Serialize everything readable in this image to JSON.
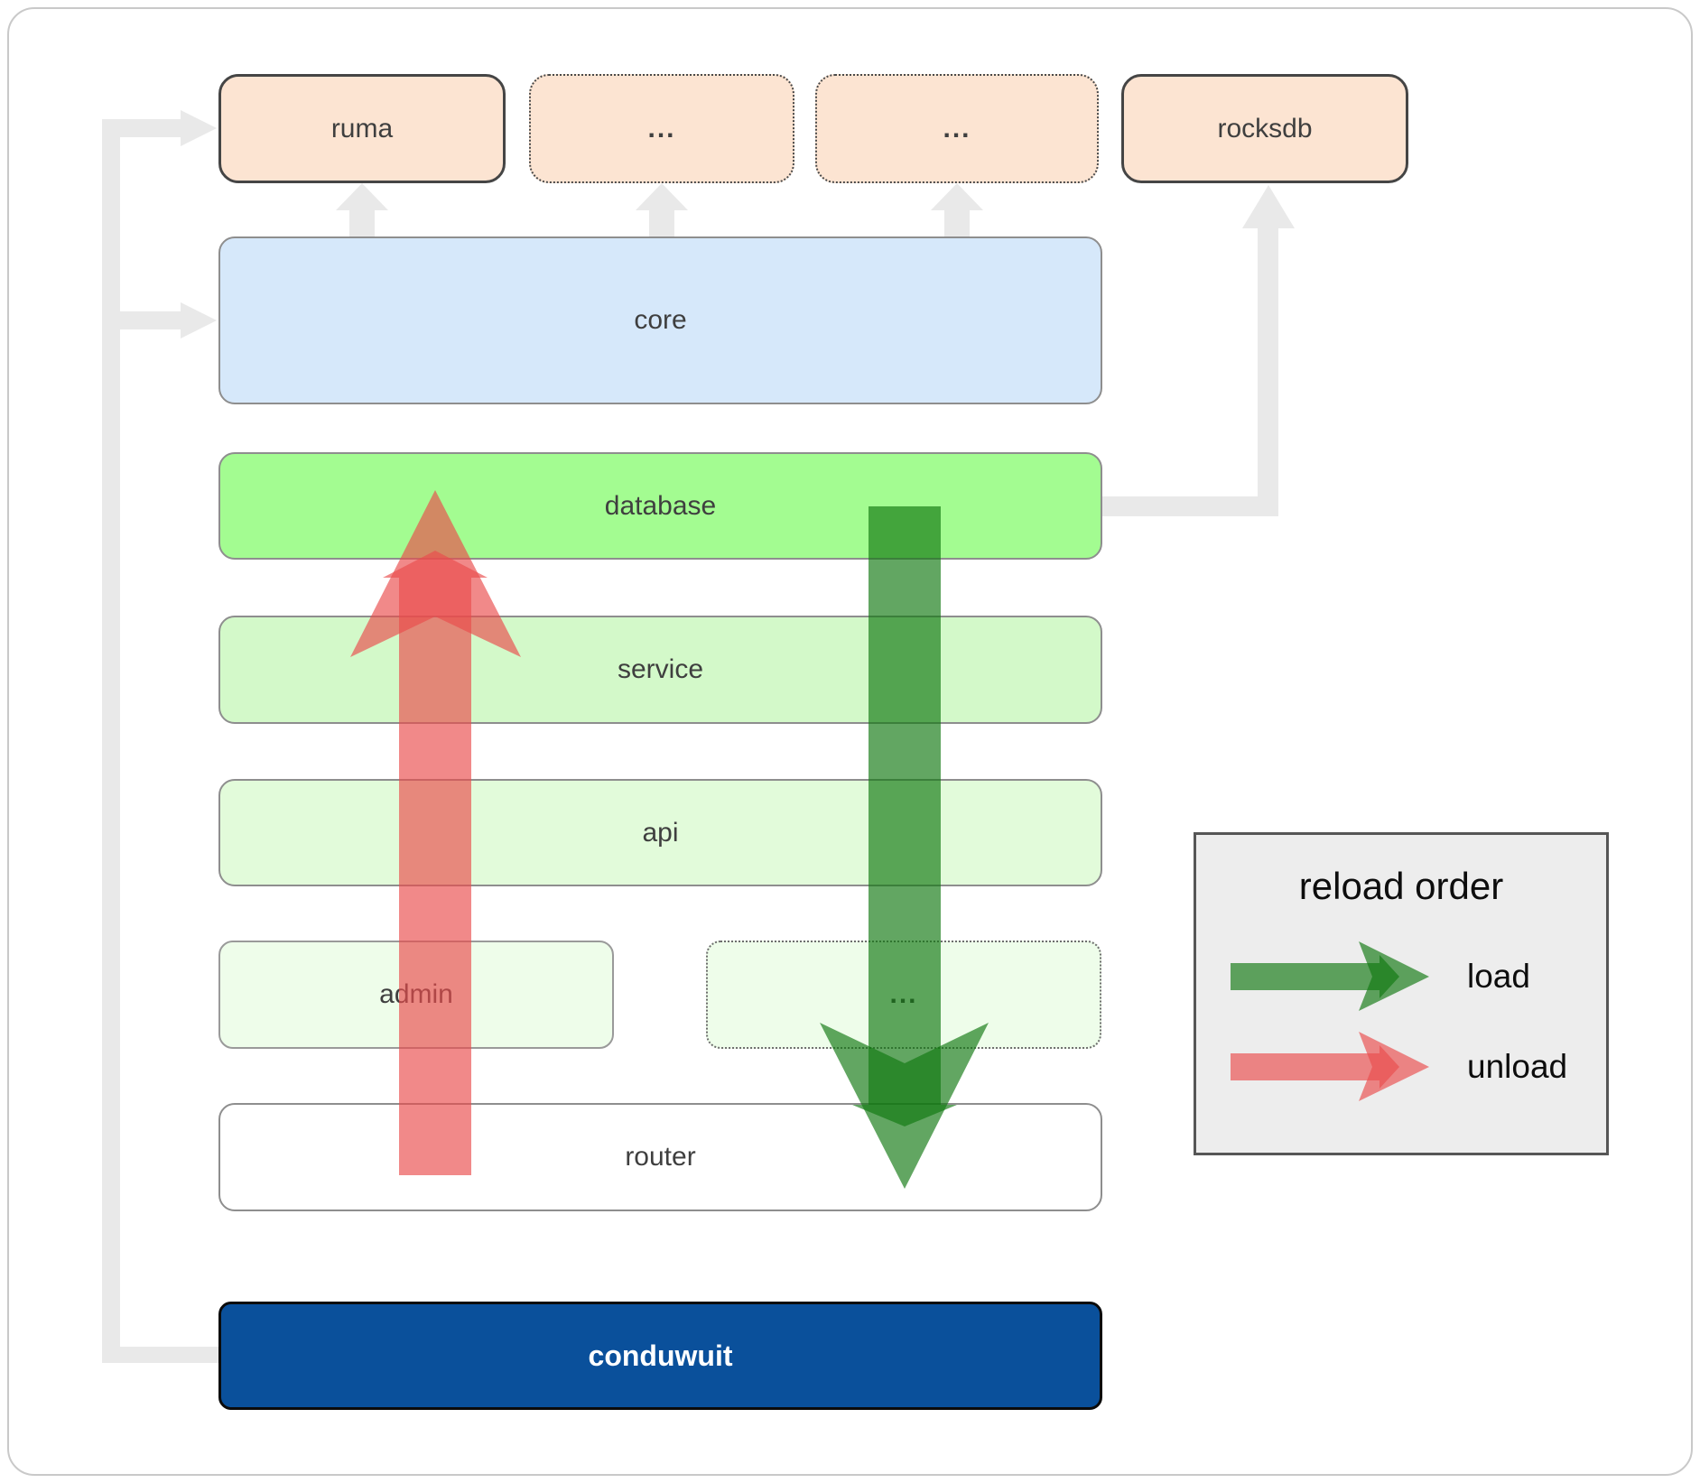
{
  "boxes": {
    "ruma": "ruma",
    "dots1": "...",
    "dots2": "...",
    "rocksdb": "rocksdb",
    "core": "core",
    "database": "database",
    "service": "service",
    "api": "api",
    "admin": "admin",
    "dots3": "...",
    "router": "router",
    "conduwuit": "conduwuit"
  },
  "legend": {
    "title": "reload order",
    "load_label": "load",
    "unload_label": "unload"
  },
  "colors": {
    "peach": "#fce4d2",
    "peach-border": "#454545",
    "blue-core": "#d6e8fa",
    "green-db": "#a3fc91",
    "green-service": "#d3f9c9",
    "green-api": "#e2fbda",
    "green-admin": "#eefdea",
    "gray-border": "#8e8e8e",
    "blue-conduwuit": "#0a509b",
    "arrow-green": "#107810",
    "arrow-red": "#ea4c4c",
    "connector-gray": "#e9e9e9",
    "legend-bg": "#ededed",
    "text-dark": "#3f3f3f"
  }
}
